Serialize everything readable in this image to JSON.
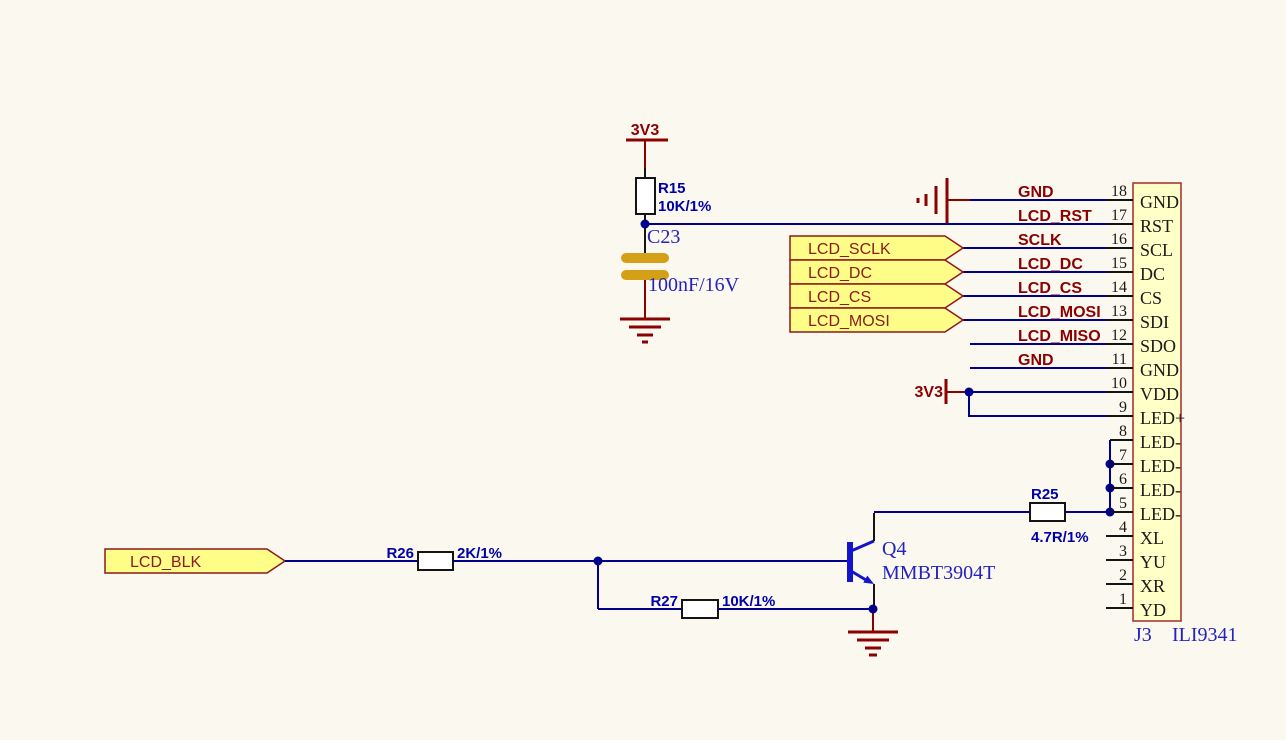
{
  "colors": {
    "background": "#FBF8EF",
    "wire_blue": "#00008B",
    "net_red": "#8B0000",
    "component_label_blue": "#0000A8",
    "designator_blue": "#2323BF",
    "flag_fill": "#FDFD87",
    "flag_border": "#8B1A1A",
    "connector_fill": "#FFFFC8",
    "connector_border": "#A52A2A",
    "capacitor_gold": "#D4A017",
    "transistor_blue": "#1414CC"
  },
  "power": {
    "rail_top": "3V3",
    "rail_vdd": "3V3"
  },
  "components": {
    "r15": {
      "ref": "R15",
      "value": "10K/1%"
    },
    "c23": {
      "ref": "C23",
      "value": "100nF/16V"
    },
    "r25": {
      "ref": "R25",
      "value": "4.7R/1%"
    },
    "r26": {
      "ref": "R26",
      "value": "2K/1%"
    },
    "r27": {
      "ref": "R27",
      "value": "10K/1%"
    },
    "q4": {
      "ref": "Q4",
      "value": "MMBT3904T"
    },
    "j3": {
      "ref": "J3",
      "value": "ILI9341"
    }
  },
  "net_flags": [
    {
      "label": "LCD_SCLK"
    },
    {
      "label": "LCD_DC"
    },
    {
      "label": "LCD_CS"
    },
    {
      "label": "LCD_MOSI"
    },
    {
      "label": "LCD_BLK"
    }
  ],
  "net_labels": [
    {
      "label": "GND"
    },
    {
      "label": "LCD_RST"
    },
    {
      "label": "SCLK"
    },
    {
      "label": "LCD_DC"
    },
    {
      "label": "LCD_CS"
    },
    {
      "label": "LCD_MOSI"
    },
    {
      "label": "LCD_MISO"
    },
    {
      "label": "GND"
    }
  ],
  "connector": {
    "pins": [
      {
        "num": "18",
        "name": "GND"
      },
      {
        "num": "17",
        "name": "RST"
      },
      {
        "num": "16",
        "name": "SCL"
      },
      {
        "num": "15",
        "name": "DC"
      },
      {
        "num": "14",
        "name": "CS"
      },
      {
        "num": "13",
        "name": "SDI"
      },
      {
        "num": "12",
        "name": "SDO"
      },
      {
        "num": "11",
        "name": "GND"
      },
      {
        "num": "10",
        "name": "VDD"
      },
      {
        "num": "9",
        "name": "LED+"
      },
      {
        "num": "8",
        "name": "LED-"
      },
      {
        "num": "7",
        "name": "LED-"
      },
      {
        "num": "6",
        "name": "LED-"
      },
      {
        "num": "5",
        "name": "LED-"
      },
      {
        "num": "4",
        "name": "XL"
      },
      {
        "num": "3",
        "name": "YU"
      },
      {
        "num": "2",
        "name": "XR"
      },
      {
        "num": "1",
        "name": "YD"
      }
    ]
  }
}
